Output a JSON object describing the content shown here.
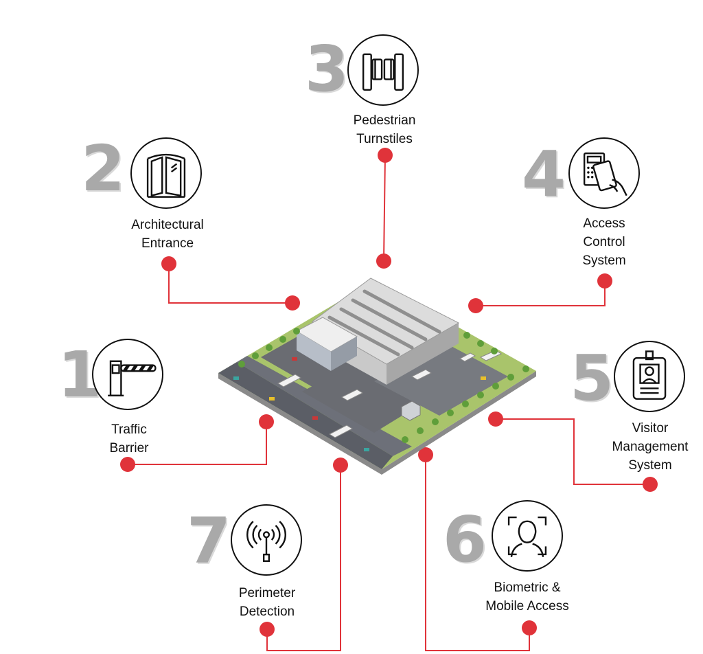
{
  "items": [
    {
      "number": "1",
      "lines": [
        "Traffic",
        "Barrier"
      ],
      "icon": "traffic-barrier-icon"
    },
    {
      "number": "2",
      "lines": [
        "Architectural",
        "Entrance"
      ],
      "icon": "revolving-door-icon"
    },
    {
      "number": "3",
      "lines": [
        "Pedestrian",
        "Turnstiles"
      ],
      "icon": "turnstile-icon"
    },
    {
      "number": "4",
      "lines": [
        "Access",
        "Control",
        "System"
      ],
      "icon": "keycard-reader-icon"
    },
    {
      "number": "5",
      "lines": [
        "Visitor",
        "Management",
        "System"
      ],
      "icon": "visitor-badge-icon"
    },
    {
      "number": "6",
      "lines": [
        "Biometric &",
        "Mobile Access"
      ],
      "icon": "face-scan-icon"
    },
    {
      "number": "7",
      "lines": [
        "Perimeter",
        "Detection"
      ],
      "icon": "perimeter-sensor-icon"
    }
  ],
  "colors": {
    "connector": "#e0333a",
    "number": "#a9a9a9",
    "outline": "#111111"
  }
}
